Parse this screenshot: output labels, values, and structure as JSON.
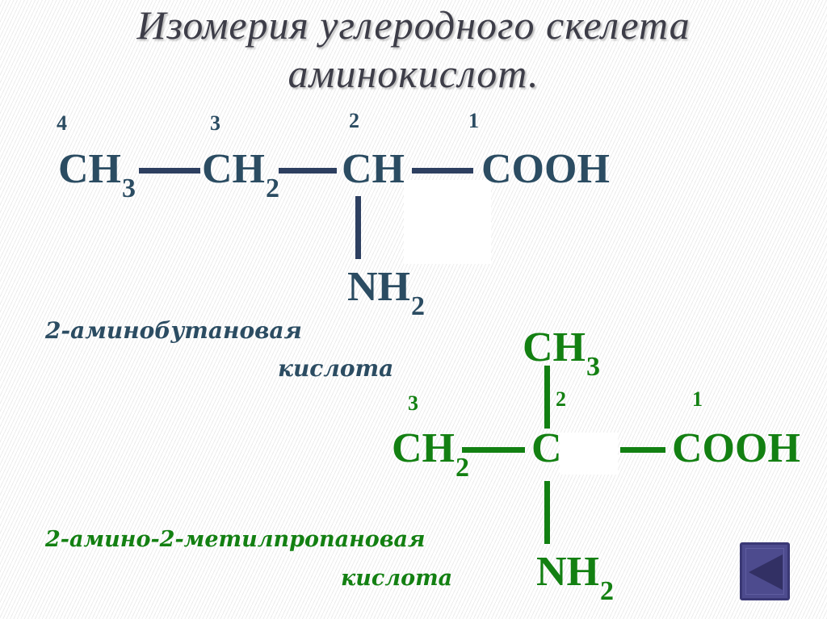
{
  "title": {
    "line1": "Изомерия  углеродного скелета",
    "line2": "аминокислот."
  },
  "molecule1": {
    "color": "#2b4c62",
    "numbers": [
      "4",
      "3",
      "2",
      "1"
    ],
    "chain": [
      {
        "atom": "CH",
        "sub": "3"
      },
      {
        "atom": "CH",
        "sub": "2"
      },
      {
        "atom": "CH",
        "sub": ""
      },
      {
        "atom": "COOH",
        "sub": ""
      }
    ],
    "substituent": {
      "atom": "NH",
      "sub": "2"
    },
    "name_line1": "2-аминобутановая",
    "name_line2": "кислота"
  },
  "molecule2": {
    "color": "#138012",
    "numbers": [
      "3",
      "2",
      "1"
    ],
    "top_substituent": {
      "atom": "CH",
      "sub": "3"
    },
    "chain": [
      {
        "atom": "CH",
        "sub": "2"
      },
      {
        "atom": "C",
        "sub": ""
      },
      {
        "atom": "COOH",
        "sub": ""
      }
    ],
    "bottom_substituent": {
      "atom": "NH",
      "sub": "2"
    },
    "name_line1": "2-амино-2-метилпропановая",
    "name_line2": "кислота"
  },
  "navigation": {
    "back_button_icon": "triangle-left-icon",
    "button_color": "#4d4b8e"
  }
}
